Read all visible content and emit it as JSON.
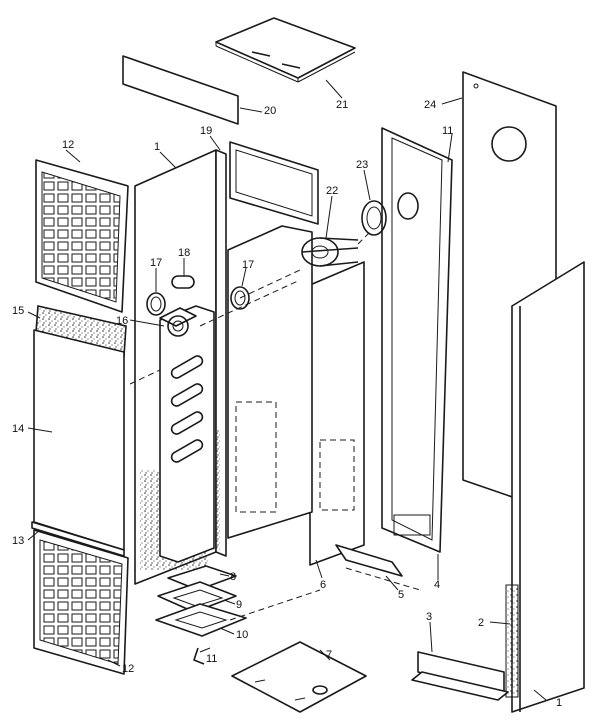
{
  "callouts": [
    {
      "id": "c1a",
      "text": "1"
    },
    {
      "id": "c1b",
      "text": "1"
    },
    {
      "id": "c2",
      "text": "2"
    },
    {
      "id": "c3",
      "text": "3"
    },
    {
      "id": "c4",
      "text": "4"
    },
    {
      "id": "c5",
      "text": "5"
    },
    {
      "id": "c6",
      "text": "6"
    },
    {
      "id": "c7",
      "text": "7"
    },
    {
      "id": "c8",
      "text": "8"
    },
    {
      "id": "c9",
      "text": "9"
    },
    {
      "id": "c10",
      "text": "10"
    },
    {
      "id": "c11a",
      "text": "11"
    },
    {
      "id": "c11b",
      "text": "11"
    },
    {
      "id": "c12a",
      "text": "12"
    },
    {
      "id": "c12b",
      "text": "12"
    },
    {
      "id": "c13",
      "text": "13"
    },
    {
      "id": "c14",
      "text": "14"
    },
    {
      "id": "c15",
      "text": "15"
    },
    {
      "id": "c16",
      "text": "16"
    },
    {
      "id": "c17a",
      "text": "17"
    },
    {
      "id": "c17b",
      "text": "17"
    },
    {
      "id": "c18",
      "text": "18"
    },
    {
      "id": "c19",
      "text": "19"
    },
    {
      "id": "c20",
      "text": "20"
    },
    {
      "id": "c21",
      "text": "21"
    },
    {
      "id": "c22",
      "text": "22"
    },
    {
      "id": "c23",
      "text": "23"
    },
    {
      "id": "c24",
      "text": "24"
    }
  ]
}
